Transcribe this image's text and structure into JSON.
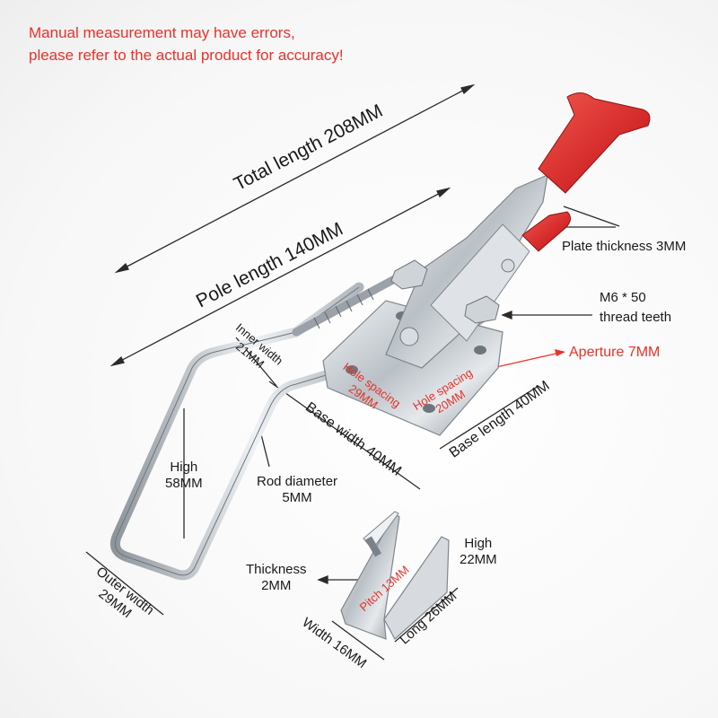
{
  "notice": {
    "line1": "Manual measurement may have errors,",
    "line2": "please refer to the actual product for accuracy!"
  },
  "dimensions": {
    "total_length": "Total length 208MM",
    "pole_length": "Pole length 140MM",
    "plate_thickness": "Plate thickness 3MM",
    "thread_line1": "M6 * 50",
    "thread_line2": "thread teeth",
    "aperture": "Aperture 7MM",
    "inner_width_line1": "Inner width",
    "inner_width_line2": "21MM",
    "hole_spacing_a_line1": "Hole spacing",
    "hole_spacing_a_line2": "29MM",
    "hole_spacing_b_line1": "Hole spacing",
    "hole_spacing_b_line2": "20MM",
    "base_length": "Base length 40MM",
    "base_width": "Base width 40MM",
    "high_loop_line1": "High",
    "high_loop_line2": "58MM",
    "rod_diameter_line1": "Rod diameter",
    "rod_diameter_line2": "5MM",
    "outer_width_line1": "Outer width",
    "outer_width_line2": "29MM",
    "thickness_line1": "Thickness",
    "thickness_line2": "2MM",
    "pitch": "Pitch 13MM",
    "high_catch_line1": "High",
    "high_catch_line2": "22MM",
    "long": "Long 26MM",
    "width": "Width 16MM"
  },
  "colors": {
    "notice_text": "#e8322a",
    "handle_grip": "#d42a2a",
    "metal": "#c9ced3",
    "dimension_lines": "#2a2a2a",
    "label_text": "#1a1a1a"
  }
}
